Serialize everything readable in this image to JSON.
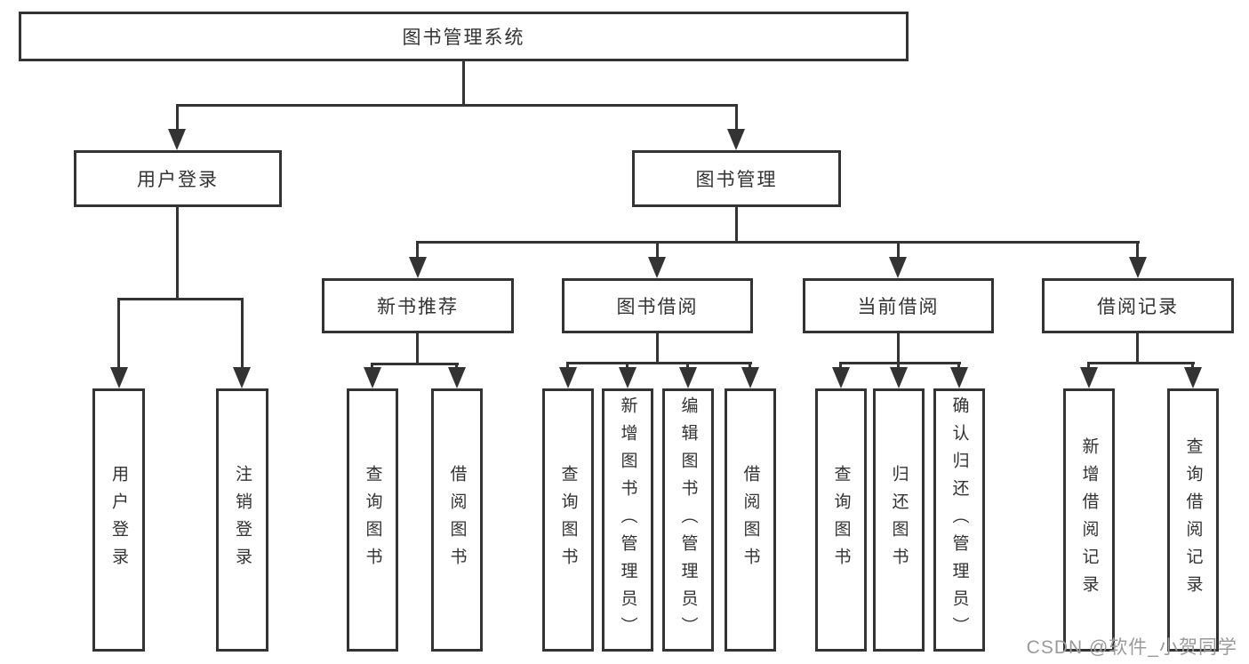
{
  "diagram": {
    "title": "图书管理系统",
    "level2": {
      "user_login": "用户登录",
      "book_mgmt": "图书管理"
    },
    "level3": {
      "new_book_rec": "新书推荐",
      "book_borrow": "图书借阅",
      "current_borrow": "当前借阅",
      "borrow_records": "借阅记录"
    },
    "leaves": {
      "user_login_children": [
        "用户登录",
        "注销登录"
      ],
      "new_book_rec_children": [
        "查询图书",
        "借阅图书"
      ],
      "book_borrow_children": [
        "查询图书",
        "新增图书（管理员）",
        "编辑图书（管理员）",
        "借阅图书"
      ],
      "current_borrow_children": [
        "查询图书",
        "归还图书",
        "确认归还（管理员）"
      ],
      "borrow_records_children": [
        "新增借阅记录",
        "查询借阅记录"
      ]
    },
    "line_color": "#333333"
  },
  "watermark": "CSDN @软件_小贺同学"
}
